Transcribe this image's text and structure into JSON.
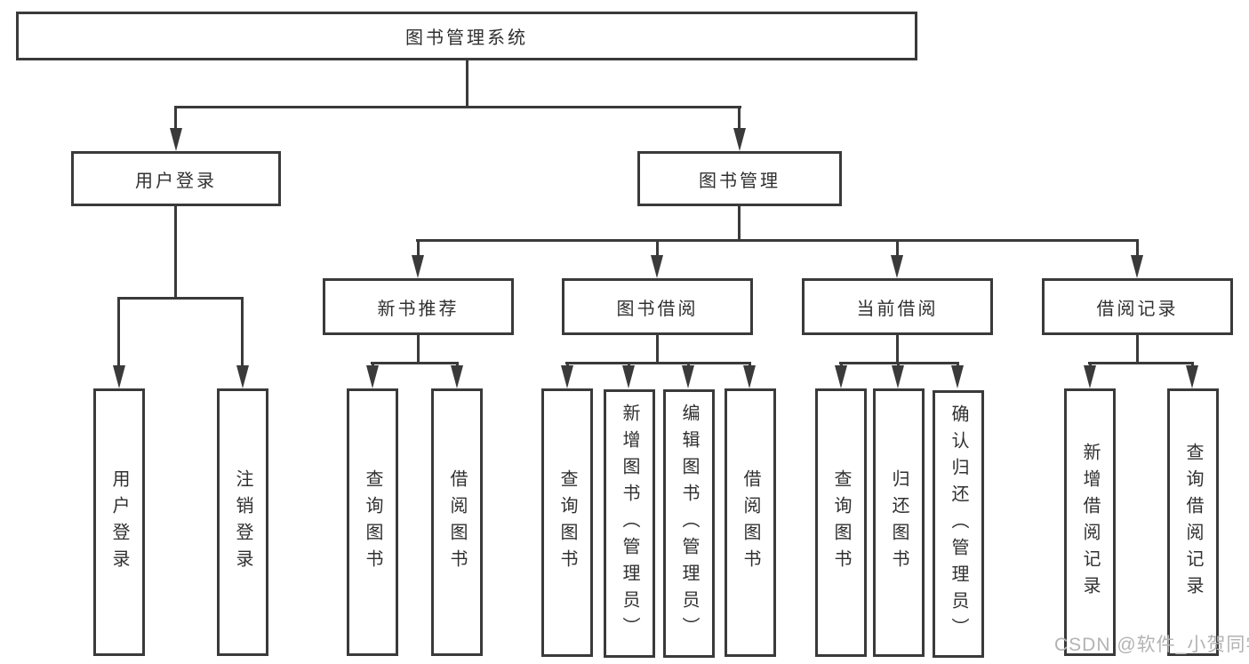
{
  "tree": {
    "root": {
      "label": "图书管理系统"
    },
    "user_login": {
      "label": "用户登录",
      "children": [
        {
          "label": "用户登录"
        },
        {
          "label": "注销登录"
        }
      ]
    },
    "book_management": {
      "label": "图书管理",
      "groups": [
        {
          "label": "新书推荐",
          "children": [
            {
              "label": "查询图书"
            },
            {
              "label": "借阅图书"
            }
          ]
        },
        {
          "label": "图书借阅",
          "children": [
            {
              "label": "查询图书"
            },
            {
              "label": "新增图书（管理员）"
            },
            {
              "label": "编辑图书（管理员）"
            },
            {
              "label": "借阅图书"
            }
          ]
        },
        {
          "label": "当前借阅",
          "children": [
            {
              "label": "查询图书"
            },
            {
              "label": "归还图书"
            },
            {
              "label": "确认归还（管理员）"
            }
          ]
        },
        {
          "label": "借阅记录",
          "children": [
            {
              "label": "新增借阅记录"
            },
            {
              "label": "查询借阅记录"
            }
          ]
        }
      ]
    }
  },
  "watermark": {
    "text": "CSDN @软件_小贺同学"
  },
  "colors": {
    "line": "#3a3a3a",
    "text": "#303030",
    "watermark": "#b3b3b3",
    "background": "#ffffff"
  }
}
